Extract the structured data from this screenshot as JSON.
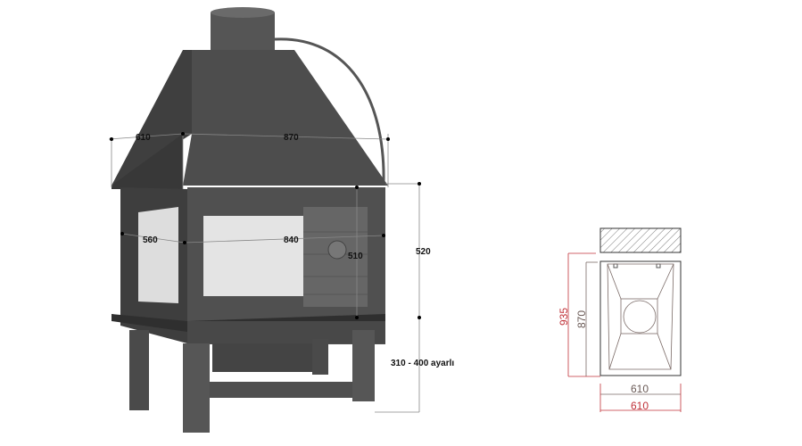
{
  "product_view": {
    "dimensions": {
      "depth_top": "610",
      "width_top": "870",
      "side_glass_width": "560",
      "front_glass_width": "840",
      "firebox_height": "510",
      "body_height": "520",
      "leg_height": "310 - 400 ayarlı"
    }
  },
  "plan_view": {
    "outer_height": "935",
    "inner_height": "870",
    "inner_width": "610",
    "outer_width": "610"
  },
  "colors": {
    "dimension_red": "#c0333a",
    "dimension_gray": "#7a6a66",
    "steel": "#4a4a4a"
  }
}
